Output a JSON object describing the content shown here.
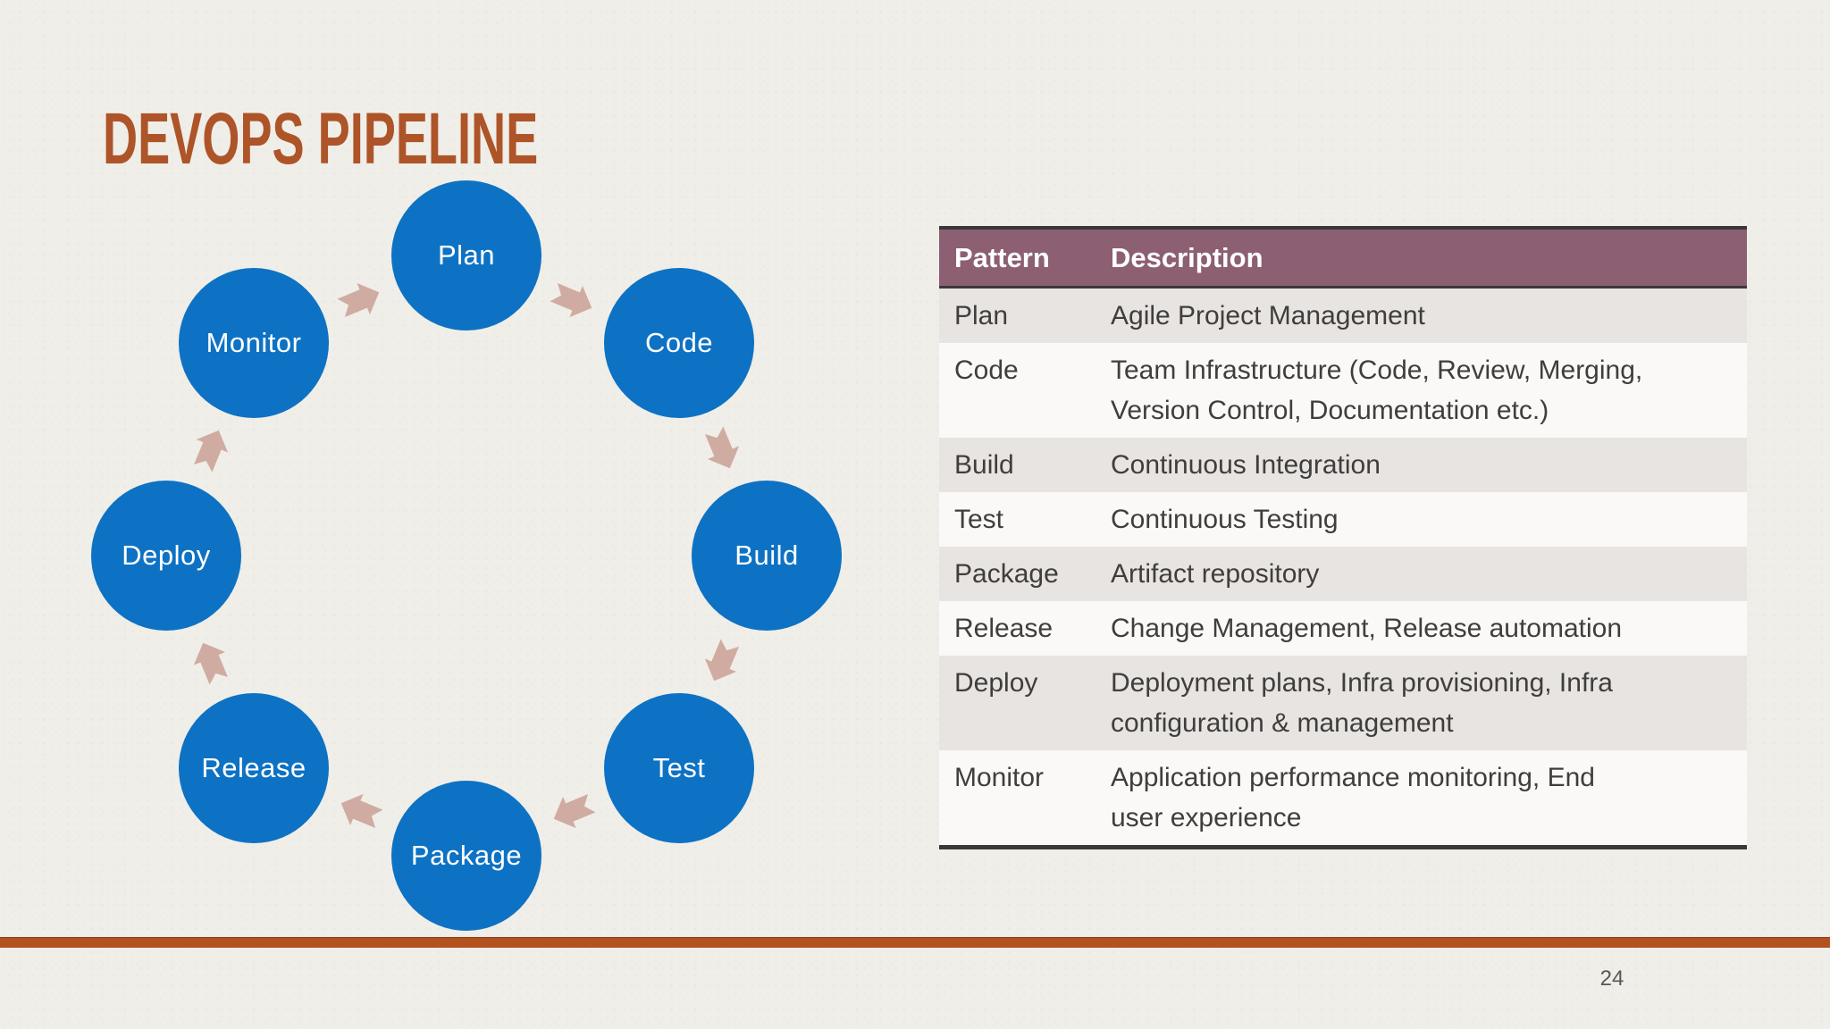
{
  "slide": {
    "title": "DEVOPS PIPELINE",
    "page_number": "24"
  },
  "diagram": {
    "type": "cycle",
    "direction": "clockwise",
    "steps": [
      {
        "id": "plan",
        "label": "Plan"
      },
      {
        "id": "code",
        "label": "Code"
      },
      {
        "id": "build",
        "label": "Build"
      },
      {
        "id": "test",
        "label": "Test"
      },
      {
        "id": "package",
        "label": "Package"
      },
      {
        "id": "release",
        "label": "Release"
      },
      {
        "id": "deploy",
        "label": "Deploy"
      },
      {
        "id": "monitor",
        "label": "Monitor"
      }
    ]
  },
  "table": {
    "headers": [
      "Pattern",
      "Description"
    ],
    "rows": [
      {
        "pattern": "Plan",
        "description": "Agile Project Management"
      },
      {
        "pattern": "Code",
        "description": [
          "Team Infrastructure (Code, Review, Merging,",
          "Version Control, Documentation etc.)"
        ]
      },
      {
        "pattern": "Build",
        "description": "Continuous Integration"
      },
      {
        "pattern": "Test",
        "description": "Continuous Testing"
      },
      {
        "pattern": "Package",
        "description": "Artifact repository"
      },
      {
        "pattern": "Release",
        "description": "Change Management, Release automation"
      },
      {
        "pattern": "Deploy",
        "description": [
          "Deployment plans, Infra provisioning, Infra",
          "configuration & management"
        ]
      },
      {
        "pattern": "Monitor",
        "description": [
          "Application performance monitoring, End",
          "user experience"
        ]
      }
    ]
  },
  "colors": {
    "background": "#F0EEE8",
    "title": "#AE5429",
    "circle_fill": "#0D72C4",
    "circle_text": "#FFFFFF",
    "arrow_fill": "#D0ABA1",
    "table_header_bg": "#8C5F72",
    "table_header_text": "#FFFFFF",
    "table_row_shaded": "#E7E4E1",
    "table_row_plain": "#FAF9F7",
    "table_border_dark": "#3A3937",
    "bottom_bar": "#B2521F",
    "body_text": "#3F3E3D"
  }
}
